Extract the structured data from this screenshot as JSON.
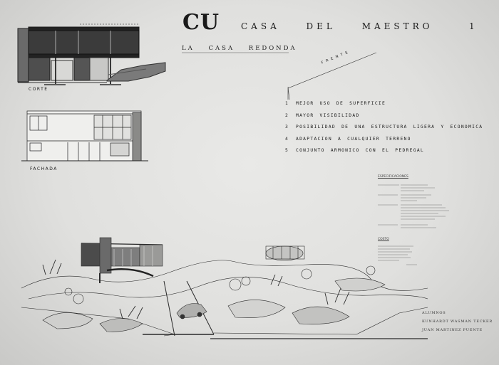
{
  "header": {
    "logo": "CU",
    "title": "CASA DEL MAESTRO",
    "sheet_number": "1",
    "subtitle": "LA CASA REDONDA"
  },
  "drawings": {
    "section_label": "CORTE",
    "facade_label": "FACHADA",
    "arrow_label": "FRENTE"
  },
  "advantages": [
    {
      "n": "1",
      "text": "MEJOR USO DE SUPERFICIE"
    },
    {
      "n": "2",
      "text": "MAYOR VISIBILIDAD"
    },
    {
      "n": "3",
      "text": "POSIBILIDAD DE UNA ESTRUCTURA LIGERA Y ECONOMICA"
    },
    {
      "n": "4",
      "text": "ADAPTACION A CUALQUIER TERRENO"
    },
    {
      "n": "5",
      "text": "CONJUNTO ARMONICO CON EL PEDREGAL"
    }
  ],
  "specs": {
    "heading": "ESPECIFICACIONES",
    "cost_heading": "COSTO"
  },
  "credits": {
    "line1": "ALUMNOS",
    "line2": "KUNHARDT   WASMAN   TECKER",
    "line3": "JUAN   MARTINEZ   PUENTE"
  }
}
